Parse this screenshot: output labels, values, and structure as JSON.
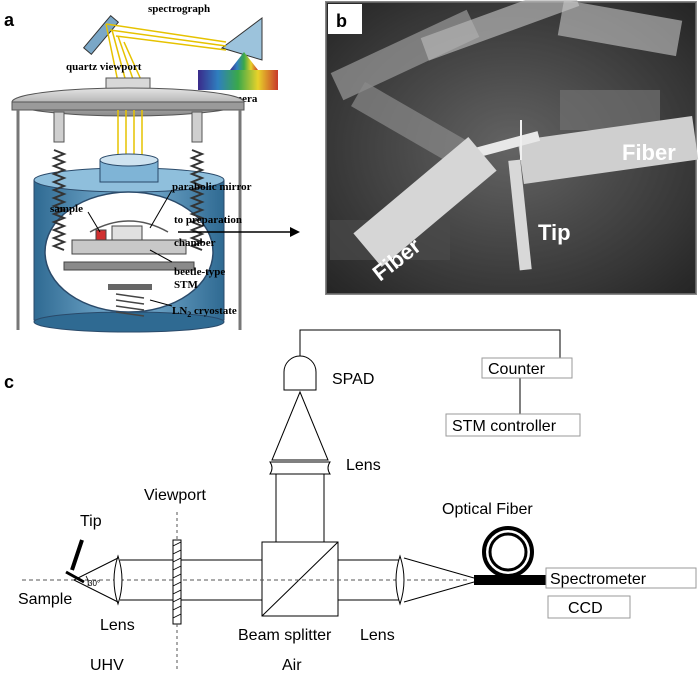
{
  "panel_a": {
    "letter": "a",
    "spectrograph": "spectrograph",
    "quartz_viewport": "quartz viewport",
    "ccd_camera": "CCD camera",
    "parabolic_mirror": "parabolic mirror",
    "sample": "sample",
    "to_preparation": "to preparation",
    "chamber": "chamber",
    "beetle_type": "beetle-type",
    "stm": "STM",
    "ln2_cryostate_prefix": "LN",
    "ln2_sub": "2",
    "ln2_cryostate_suffix": " cryostate"
  },
  "panel_b": {
    "letter": "b",
    "fiber_right": "Fiber",
    "fiber_left": "Fiber",
    "tip": "Tip"
  },
  "panel_c": {
    "letter": "c",
    "spad": "SPAD",
    "counter": "Counter",
    "stm_controller": "STM controller",
    "lens_top": "Lens",
    "viewport": "Viewport",
    "optical_fiber": "Optical Fiber",
    "tip": "Tip",
    "angle": "30°",
    "sample": "Sample",
    "spectrometer": "Spectrometer",
    "ccd": "CCD",
    "lens_left": "Lens",
    "beam_splitter": "Beam splitter",
    "lens_right": "Lens",
    "uhv": "UHV",
    "air": "Air"
  },
  "colors": {
    "beam": "#e6c200",
    "chamber_blue": "#3f7fa6",
    "chamber_light": "#b8d6ea",
    "line": "#000000",
    "box_border": "#9a9a9a"
  }
}
